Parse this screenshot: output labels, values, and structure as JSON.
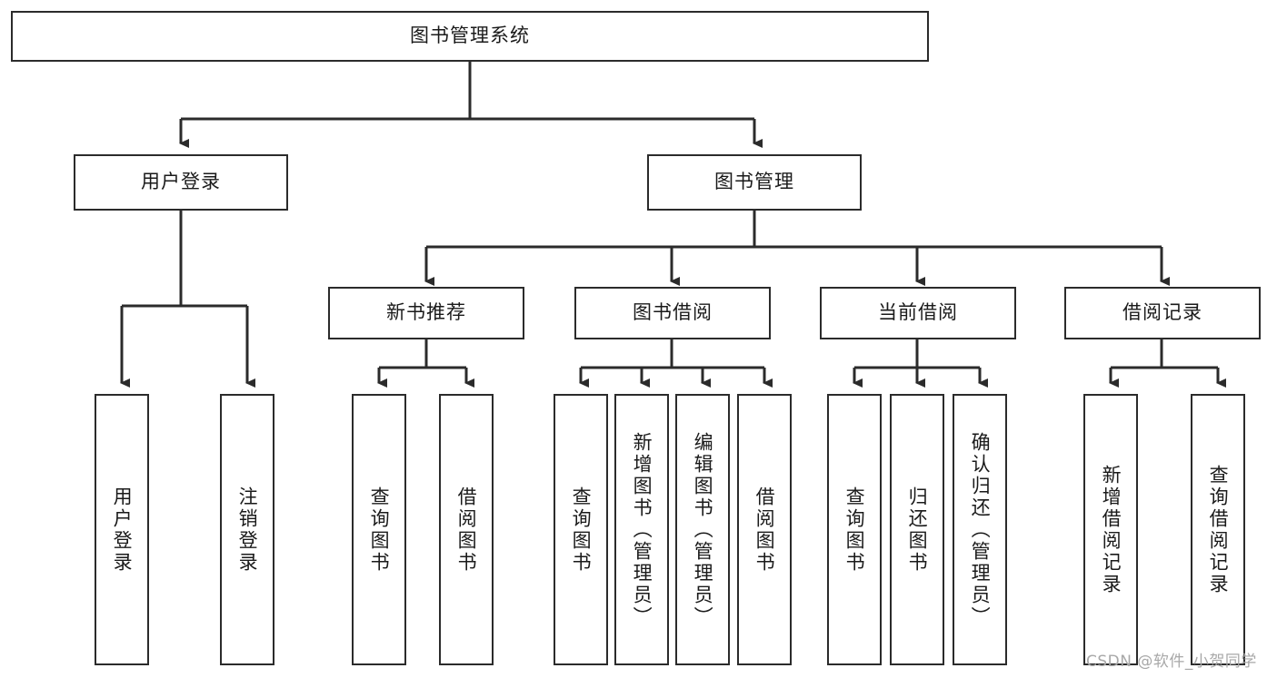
{
  "diagram": {
    "type": "tree-hierarchy",
    "title": "图书管理系统",
    "root": {
      "label": "图书管理系统"
    },
    "level2": [
      {
        "label": "用户登录"
      },
      {
        "label": "图书管理"
      }
    ],
    "level3": [
      {
        "label": "新书推荐"
      },
      {
        "label": "图书借阅"
      },
      {
        "label": "当前借阅"
      },
      {
        "label": "借阅记录"
      }
    ],
    "leaves": {
      "user_login": [
        {
          "label": "用户登录"
        },
        {
          "label": "注销登录"
        }
      ],
      "new_book_recommend": [
        {
          "label": "查询图书"
        },
        {
          "label": "借阅图书"
        }
      ],
      "book_borrow": [
        {
          "label": "查询图书"
        },
        {
          "label": "新增图书（管理员）"
        },
        {
          "label": "编辑图书（管理员）"
        },
        {
          "label": "借阅图书"
        }
      ],
      "current_borrow": [
        {
          "label": "查询图书"
        },
        {
          "label": "归还图书"
        },
        {
          "label": "确认归还（管理员）"
        }
      ],
      "borrow_record": [
        {
          "label": "新增借阅记录"
        },
        {
          "label": "查询借阅记录"
        }
      ]
    }
  },
  "watermark": {
    "text": "CSDN @软件_小贺同学"
  },
  "colors": {
    "stroke": "#2b2b2b",
    "background": "#ffffff",
    "text": "#1a1a1a",
    "watermark": "#a8a8a8"
  }
}
